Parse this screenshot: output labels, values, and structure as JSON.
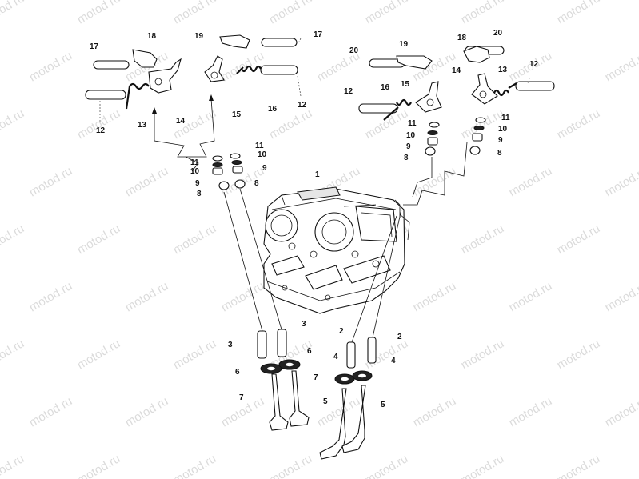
{
  "watermark": "motod.ru",
  "labels": {
    "l1": "1",
    "l2a": "2",
    "l2b": "2",
    "l3a": "3",
    "l3b": "3",
    "l4a": "4",
    "l4b": "4",
    "l5a": "5",
    "l5b": "5",
    "l6a": "6",
    "l6b": "6",
    "l7a": "7",
    "l7b": "7",
    "l8a": "8",
    "l8b": "8",
    "l8c": "8",
    "l8d": "8",
    "l9a": "9",
    "l9b": "9",
    "l9c": "9",
    "l9d": "9",
    "l10a": "10",
    "l10b": "10",
    "l10c": "10",
    "l10d": "10",
    "l11a": "11",
    "l11b": "11",
    "l11c": "11",
    "l11d": "11",
    "l12a": "12",
    "l12b": "12",
    "l12c": "12",
    "l12d": "12",
    "l13a": "13",
    "l13b": "13",
    "l14a": "14",
    "l14b": "14",
    "l15a": "15",
    "l15b": "15",
    "l16a": "16",
    "l16b": "16",
    "l17a": "17",
    "l17b": "17",
    "l18a": "18",
    "l18b": "18",
    "l19a": "19",
    "l19b": "19",
    "l20": "20"
  }
}
